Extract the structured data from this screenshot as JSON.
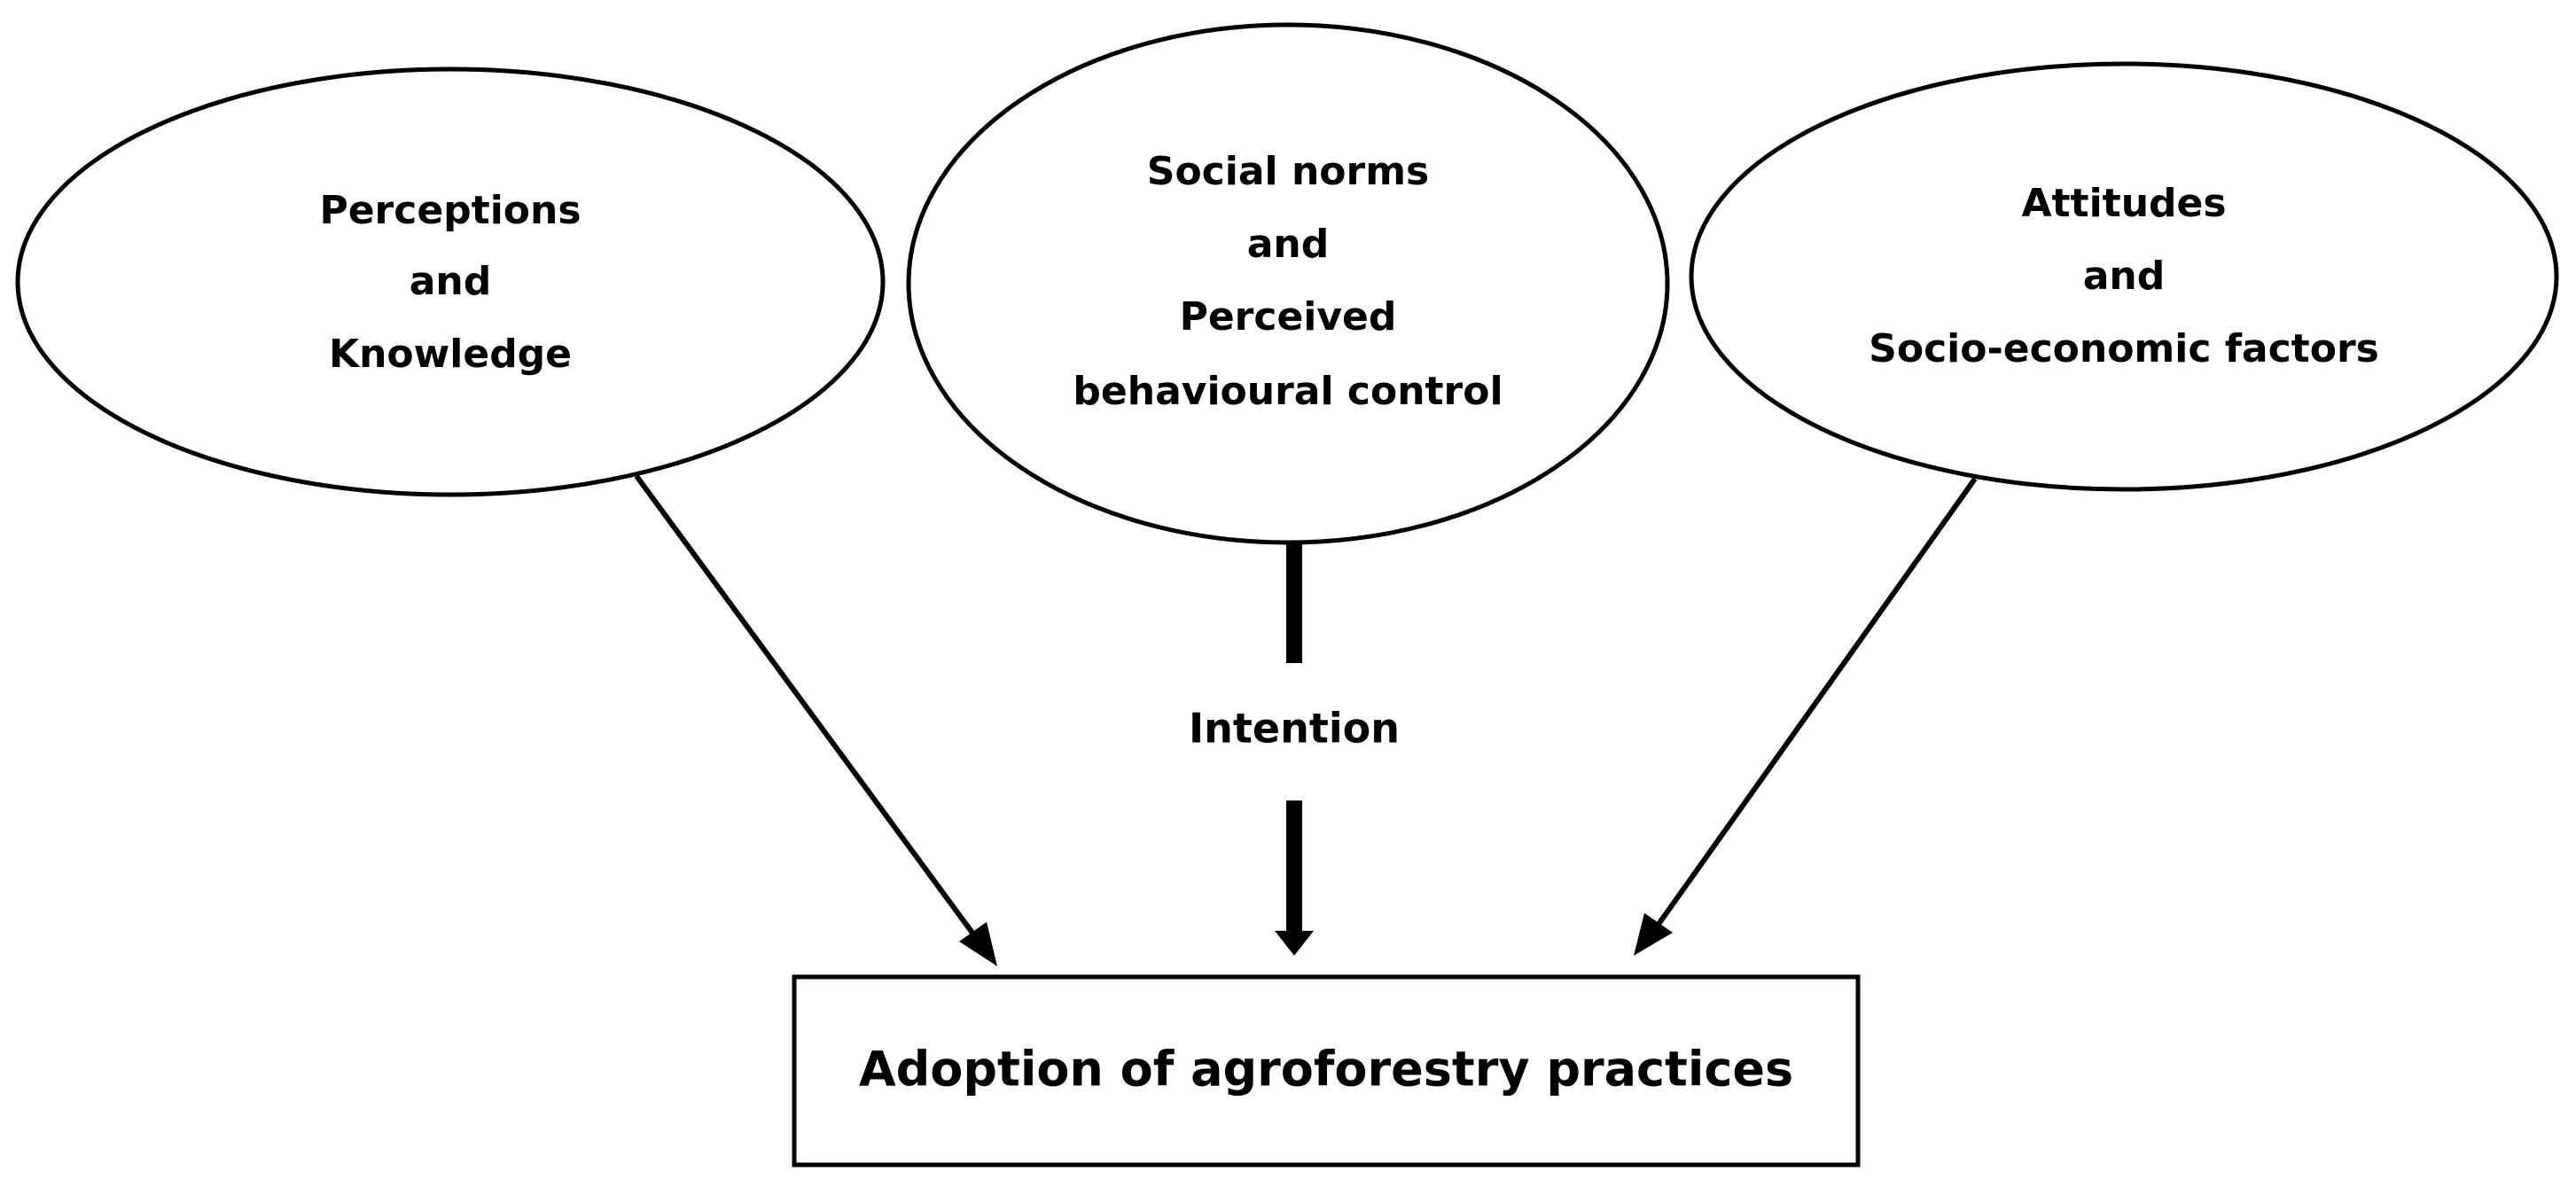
{
  "diagram": {
    "nodes": {
      "perceptions": {
        "lines": [
          "Perceptions",
          "and",
          "Knowledge"
        ]
      },
      "social": {
        "lines": [
          "Social norms",
          "and",
          "Perceived",
          "behavioural control"
        ]
      },
      "attitudes": {
        "lines": [
          "Attitudes",
          "and",
          "Socio-economic factors"
        ]
      },
      "intention": {
        "label": "Intention"
      },
      "adoption": {
        "label": "Adoption of agroforestry practices"
      }
    },
    "edges": [
      {
        "from": "perceptions",
        "to": "adoption"
      },
      {
        "from": "social",
        "to": "intention"
      },
      {
        "from": "intention",
        "to": "adoption"
      },
      {
        "from": "attitudes",
        "to": "adoption"
      }
    ],
    "colors": {
      "stroke": "#000000",
      "fill": "#ffffff",
      "text": "#000000"
    }
  }
}
